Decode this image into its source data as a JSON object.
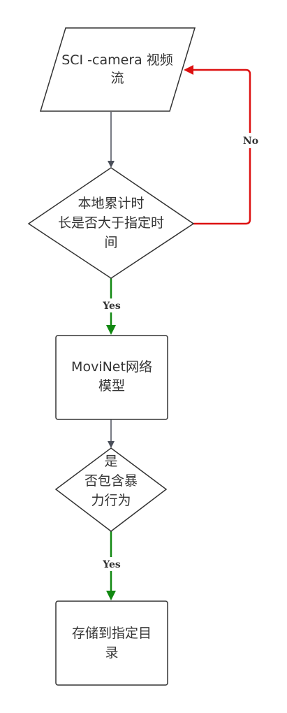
{
  "nodes": {
    "video_stream": {
      "lines": [
        "SCI -camera 视频",
        "流"
      ]
    },
    "duration_check": {
      "lines": [
        "本地累计时",
        "长是否大于指定时",
        "间"
      ]
    },
    "movinet_model": {
      "lines": [
        "MoviNet网络",
        "模型"
      ]
    },
    "violence_check": {
      "lines": [
        "是",
        "否包含暴",
        "力行为"
      ]
    },
    "save_directory": {
      "lines": [
        "存储到指定目",
        "录"
      ]
    }
  },
  "edges": {
    "no_label": "No",
    "yes_label_1": "Yes",
    "yes_label_2": "Yes"
  },
  "colors": {
    "stroke": "#333333",
    "no_edge": "#dd1111",
    "yes_edge": "#118811",
    "plain_edge": "#4a4f5a"
  }
}
